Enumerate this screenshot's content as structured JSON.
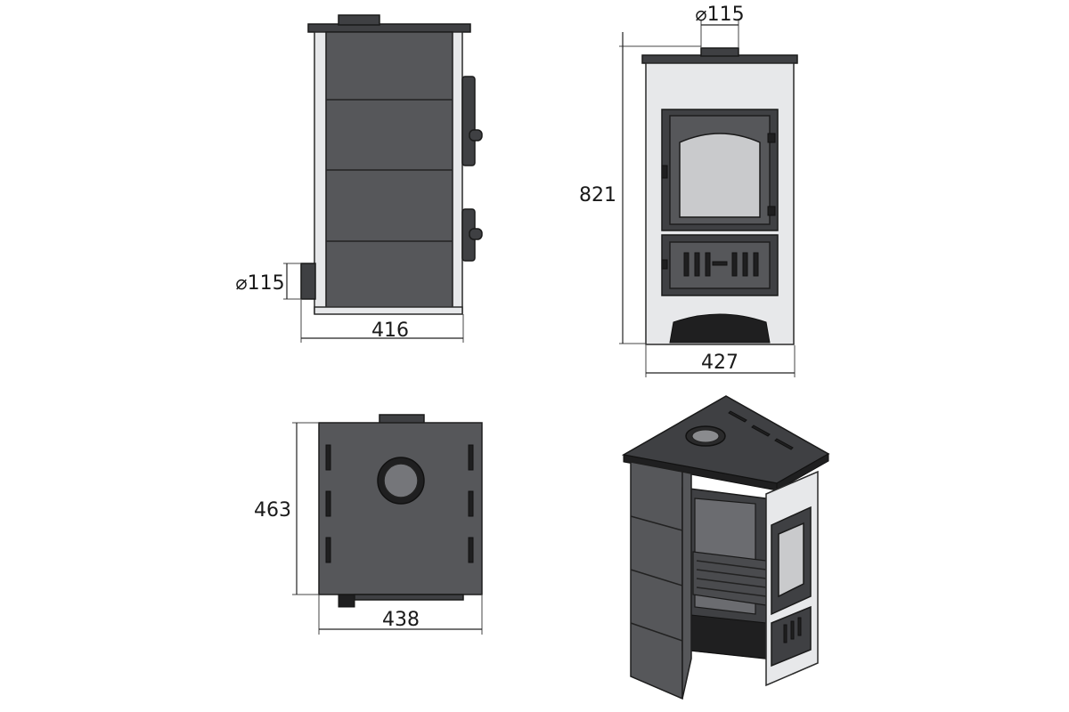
{
  "dimensions": {
    "side_width": "416",
    "side_flue": "⌀115",
    "front_height": "821",
    "front_width": "427",
    "front_flue": "⌀115",
    "top_depth": "463",
    "top_width": "438"
  }
}
